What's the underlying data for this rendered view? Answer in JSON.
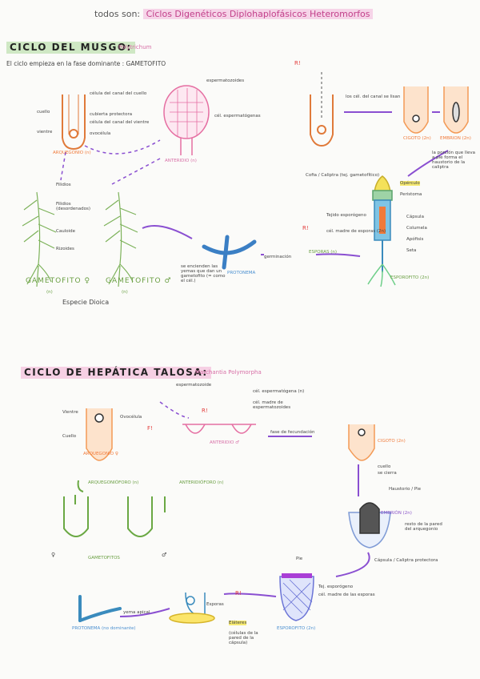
{
  "title": {
    "prefix": "todos son:",
    "highlight": "Ciclos Digenéticos Diplohaplofásicos Heteromorfos"
  },
  "musgo": {
    "heading": "CICLO DEL MUSGO:",
    "subtitle": "Polytrichum",
    "intro": "El ciclo empieza en la fase dominante : GAMETOFITO",
    "arquegonio": {
      "labels": [
        "cuello",
        "vientre",
        "célula del canal del cuello",
        "cubierta protectora",
        "célula del canal del vientre",
        "ovocélula"
      ],
      "caption": "ARQUEGONIO (n)"
    },
    "anteridio": {
      "labels": [
        "espermatozoides",
        "cél. espermatógenas"
      ],
      "caption": "ANTERIDIO (n)"
    },
    "fert": {
      "R": "R!",
      "text": "los cél. del canal se lisan"
    },
    "cigoto": "CIGOTO (2n)",
    "embrion": {
      "caption": "EMBRION (2n)",
      "note": "la porción que lleva a pie forma el haustorio de la caliptra"
    },
    "esporofito": {
      "labels": [
        "Cofia / Caliptra (tej. gametofítico)",
        "Opérculo",
        "Peristoma",
        "Tejido esporógeno",
        "cél. madre de esporas (2n)",
        "Cápsula",
        "Columela",
        "Apófisis",
        "Seta"
      ],
      "caption": "ESPOROFITO (2n)"
    },
    "meiosis": {
      "R": "R!",
      "espora": "ESPORAS (n)",
      "germ": "germinación"
    },
    "protonema": {
      "caption": "PROTONEMA",
      "note": "se encienden las yemas que dan un gametofito (= como el cél.)"
    },
    "gametofitos": {
      "labels": [
        "Filidios",
        "Filidios (desordenados)",
        "Cauloide",
        "Rizoides"
      ],
      "fem": "GAMETOFITO ♀",
      "masc": "GAMETOFITO ♂",
      "fem_n": "(n)",
      "masc_n": "(n)",
      "species": "Especie Dioica"
    }
  },
  "hepatica": {
    "heading": "CICLO DE HEPÁTICA TALOSA:",
    "subtitle": "Marchantia Polymorpha",
    "arquegonio": {
      "labels": [
        "Vientre",
        "Cuello",
        "Ovocélula"
      ],
      "caption": "ARQUEGONIO ♀"
    },
    "anteridio": {
      "labels": [
        "espermatozoide",
        "cél. espermatógena (n)",
        "cél. madre de espermatozoides"
      ],
      "caption": "ANTERIDIO ♂",
      "R": "R!",
      "F": "F!"
    },
    "cigoto": {
      "text": "fase de fecundación",
      "caption": "CIGOTO (2n)",
      "labels": [
        "cuello",
        "se cierra"
      ]
    },
    "embrion": {
      "caption": "EMBRIÓN (2n)",
      "labels": [
        "Haustorio / Pie",
        "resto de la pared del arquegonio"
      ]
    },
    "esporofito": {
      "caption": "ESPOROFITO (2n)",
      "labels": [
        "Pie",
        "Tej. esporógeno",
        "cél. madre de las esporas",
        "Cápsula / Caliptra protectora"
      ]
    },
    "meiosis": {
      "R": "R!",
      "labels": [
        "Esporas",
        "Eláteres",
        "(células de la pared de la cápsula)"
      ]
    },
    "protonema": {
      "caption": "PROTONEMA (no dominante)",
      "label": "yema apical"
    },
    "gametofitos": {
      "arquegonioforo": "ARQUEGONIÓFORO (n)",
      "anteridioforo": "ANTERIDIÓFORO (n)",
      "caption": "GAMETOFITOS",
      "fem": "♀",
      "masc": "♂"
    }
  }
}
